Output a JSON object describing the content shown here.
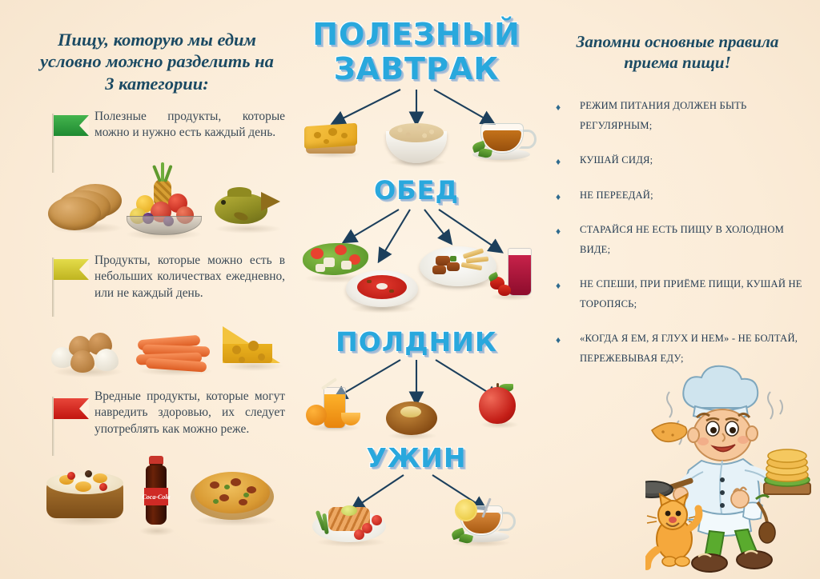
{
  "poster": {
    "background_color": "#fdf0dd",
    "heading_color": "#1b4a63",
    "meal_color": "#29a8dd",
    "body_text_color": "#3b4a57"
  },
  "left": {
    "heading": "Пищу, которую мы едим условно можно разделить на 3 категории:",
    "categories": [
      {
        "flag_color": "#2f9e3f",
        "flag_name": "green-flag",
        "text": "Полезные продукты, которые можно и нужно есть каждый день.",
        "foods": [
          "bread-loaves",
          "fruit-bowl",
          "fish"
        ]
      },
      {
        "flag_color": "#cfc52a",
        "flag_name": "yellow-flag",
        "text": "Продукты, которые можно есть в небольших количествах ежедневно, или не каждый день.",
        "foods": [
          "eggs",
          "sausages",
          "cheese-wedge"
        ]
      },
      {
        "flag_color": "#d9281f",
        "flag_name": "red-flag",
        "text": "Вредные продукты, которые могут навредить здоровью, их следует употреблять как можно реже.",
        "foods": [
          "cake",
          "cola-bottle",
          "pizza"
        ]
      }
    ]
  },
  "middle": {
    "meals": [
      {
        "title_lines": [
          "ПОЛЕЗНЫЙ",
          "ЗАВТРАК"
        ],
        "name": "breakfast",
        "items": [
          "cheese-sandwich",
          "porridge-bowl",
          "tea-cup"
        ]
      },
      {
        "title_lines": [
          "ОБЕД"
        ],
        "name": "lunch",
        "items": [
          "salad",
          "borscht-soup",
          "main-dish",
          "berry-juice"
        ]
      },
      {
        "title_lines": [
          "ПОЛДНИК"
        ],
        "name": "snack",
        "items": [
          "orange-juice",
          "bun",
          "apple"
        ]
      },
      {
        "title_lines": [
          "УЖИН"
        ],
        "name": "dinner",
        "items": [
          "grilled-fish",
          "lemon-tea"
        ]
      }
    ]
  },
  "right": {
    "heading": "Запомни основные правила приема пищи!",
    "bullet_glyph": "♦",
    "rules": [
      "РЕЖИМ ПИТАНИЯ ДОЛЖЕН БЫТЬ РЕГУЛЯРНЫМ;",
      "КУШАЙ СИДЯ;",
      "НЕ ПЕРЕЕДАЙ;",
      "СТАРАЙСЯ НЕ ЕСТЬ ПИЩУ В ХОЛОДНОМ ВИДЕ;",
      "НЕ СПЕШИ, ПРИ ПРИЁМЕ ПИЩИ, КУШАЙ НЕ ТОРОПЯСЬ;",
      "«КОГДА Я ЕМ, Я ГЛУХ И НЕМ» - НЕ БОЛТАЙ, ПЕРЕЖЕВЫВАЯ ЕДУ;"
    ],
    "mascot": "cartoon-chef-with-pan-and-cat"
  },
  "cola_label": "Coca-Cola"
}
